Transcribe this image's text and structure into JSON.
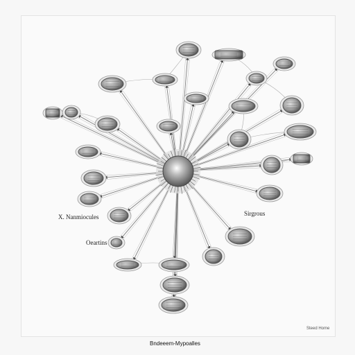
{
  "diagram": {
    "labels": {
      "left_top": "Nanmiocules",
      "left_prefix": "X.",
      "left_bottom": "Oeartins",
      "right": "Sirgrous"
    },
    "caption": "Bndeeem-Mypoalles",
    "credit": "Steed Home",
    "colors": {
      "line": "#6b6b6b",
      "node_fill": "#bdbdbd",
      "node_stroke": "#555555",
      "hub_fill": "#9a9a9a"
    },
    "hub_icon": "sunburst-hub-icon",
    "node_icon": "molecule-node-icon"
  }
}
